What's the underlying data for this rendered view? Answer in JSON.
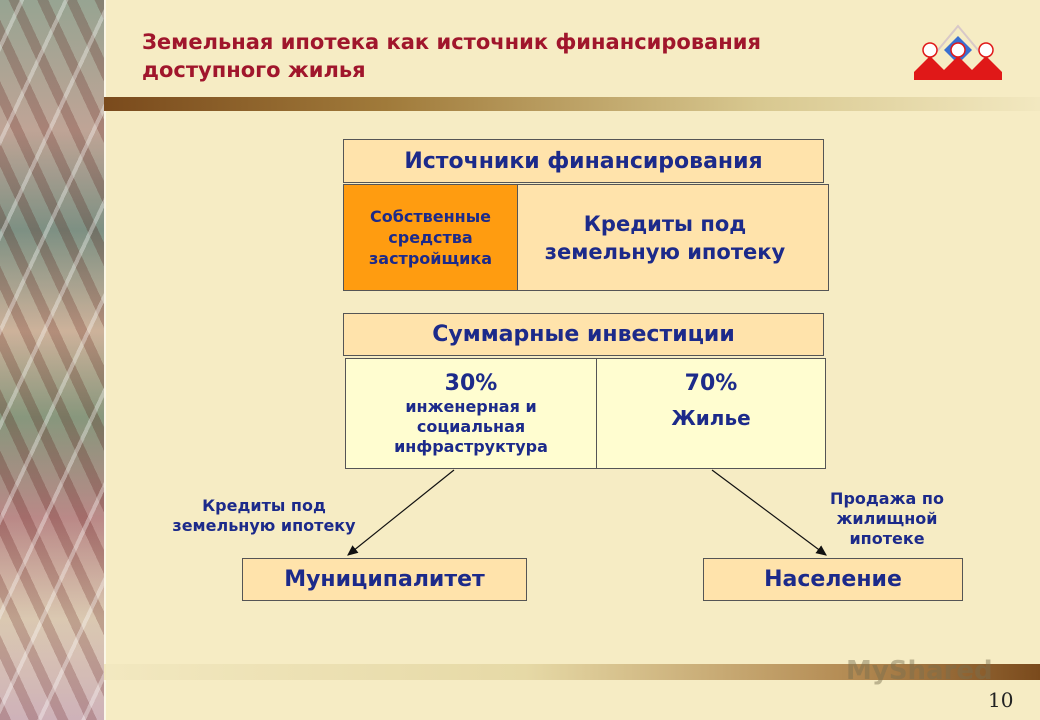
{
  "title": {
    "line1": "Земельная ипотека как источник  финансирования",
    "line2": "доступного жилья"
  },
  "sources": {
    "header": "Источники финансирования",
    "own_funds": [
      "Собственные",
      "средства",
      "застройщика"
    ],
    "credits": [
      "Кредиты под",
      "земельную ипотеку"
    ]
  },
  "investments": {
    "header": "Суммарные инвестиции",
    "left_percent": "30%",
    "left_label": [
      "инженерная и",
      "социальная",
      "инфраструктура"
    ],
    "right_percent": "70%",
    "right_label": "Жилье"
  },
  "flows": {
    "left_label": [
      "Кредиты под",
      "земельную ипотеку"
    ],
    "right_label": [
      "Продажа по",
      "жилищной",
      "ипотеке"
    ]
  },
  "targets": {
    "municipality": "Муниципалитет",
    "population": "Население"
  },
  "watermark": "MyShared",
  "page_number": "10",
  "colors": {
    "background": "#f6ecc4",
    "title": "#a0162c",
    "text": "#1c2a8a",
    "orange": "#ff9c10",
    "light_box": "#ffe3ab",
    "yellow_box": "#fffdd0"
  },
  "icons": [
    "logo-icon",
    "arrow-icon"
  ]
}
